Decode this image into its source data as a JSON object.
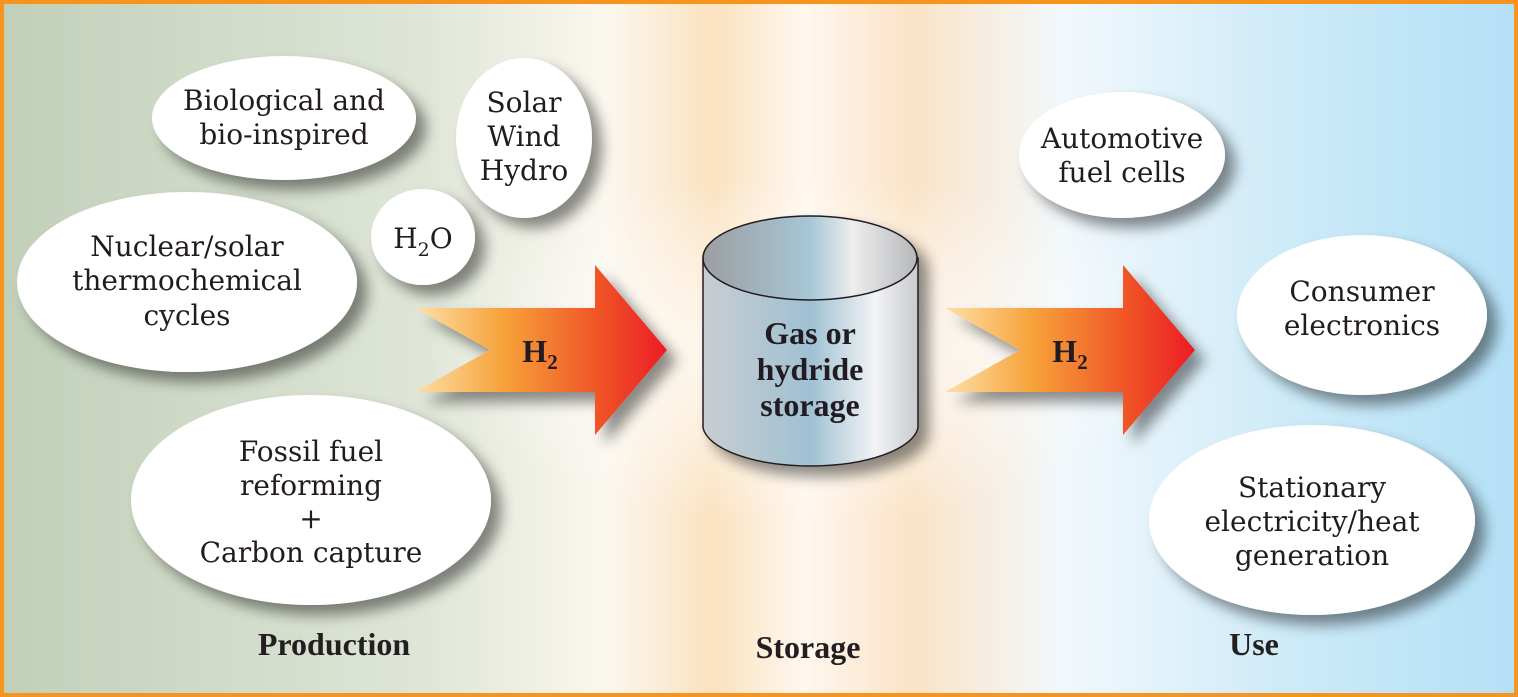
{
  "sections": {
    "production": "Production",
    "storage": "Storage",
    "use": "Use"
  },
  "production_sources": {
    "biological": [
      "Biological and",
      "bio-inspired"
    ],
    "renewables": [
      "Solar",
      "Wind",
      "Hydro"
    ],
    "water": {
      "main": "H",
      "sub": "2",
      "tail": "O"
    },
    "nuclear": [
      "Nuclear/solar",
      "thermochemical",
      "cycles"
    ],
    "fossil": [
      "Fossil fuel",
      "reforming",
      "+",
      "Carbon capture"
    ]
  },
  "arrows": {
    "left": {
      "main": "H",
      "sub": "2"
    },
    "right": {
      "main": "H",
      "sub": "2"
    }
  },
  "storage_tank": [
    "Gas or",
    "hydride",
    "storage"
  ],
  "uses": {
    "automotive": [
      "Automotive",
      "fuel cells"
    ],
    "consumer": [
      "Consumer",
      "electronics"
    ],
    "stationary": [
      "Stationary",
      "electricity/heat",
      "generation"
    ]
  },
  "colors": {
    "border": "#f7941d",
    "left_bg": "#c5d3bd",
    "right_bg": "#b9e2f6",
    "arrow_start": "#fdd38a",
    "arrow_end": "#ed1c24"
  }
}
